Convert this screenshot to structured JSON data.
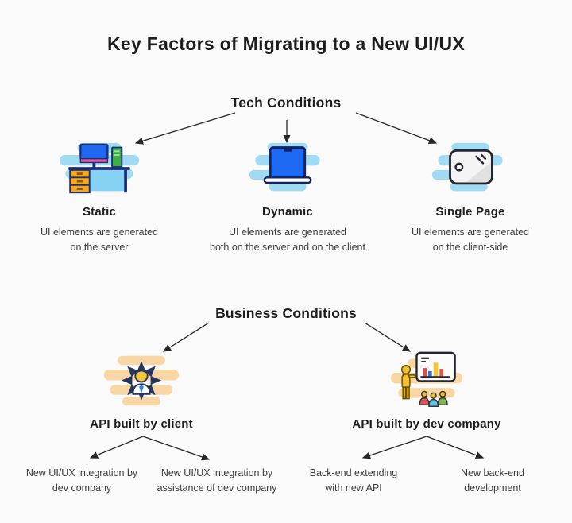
{
  "page": {
    "title": "Key Factors of Migrating to a New UI/UX"
  },
  "tech": {
    "heading": "Tech Conditions",
    "nodes": [
      {
        "label": "Static",
        "icon": "desktop-computer-icon",
        "desc": "UI elements are generated\non the server"
      },
      {
        "label": "Dynamic",
        "icon": "laptop-icon",
        "desc": "UI elements are generated\nboth on the server and on the client"
      },
      {
        "label": "Single Page",
        "icon": "tablet-icon",
        "desc": "UI elements are generated\non the client-side"
      }
    ]
  },
  "business": {
    "heading": "Business Conditions",
    "nodes": [
      {
        "label": "API built by client",
        "icon": "person-delegating-icon",
        "children": [
          "New UI/UX integration by\ndev company",
          "New UI/UX integration by\nassistance of dev company"
        ]
      },
      {
        "label": "API built by dev company",
        "icon": "presentation-chart-icon",
        "children": [
          "Back-end extending\nwith new API",
          "New back-end\ndevelopment"
        ]
      }
    ]
  },
  "colors": {
    "background": "#fafafa",
    "heading_text": "#1d1d1f",
    "body_text": "#3b3b3b",
    "arrow": "#26262b",
    "blob_blue": "#a0daf3",
    "blob_peach": "#f8d7a4",
    "icon_blue": "#1e6af2",
    "icon_navy": "#1b2f7a",
    "icon_green": "#3fae49",
    "icon_orange": "#f6a81c",
    "icon_pink": "#f05e9a",
    "icon_yellow": "#f2c030",
    "bar_red": "#d94f4f",
    "bar_blue": "#3b6fd4",
    "bar_yellow": "#f4c636",
    "bar_orange": "#de5845"
  }
}
